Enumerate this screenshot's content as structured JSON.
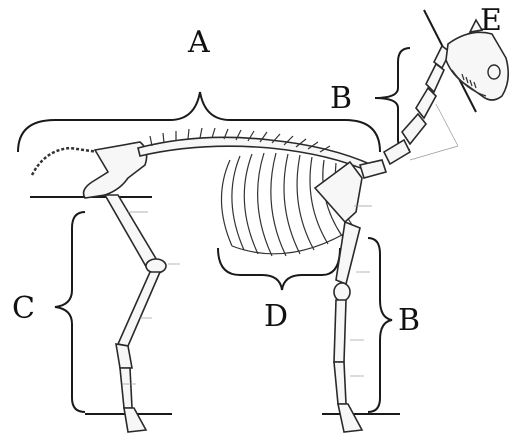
{
  "labels": {
    "A": "A",
    "B_neck": "B",
    "B_leg": "B",
    "C": "C",
    "D": "D",
    "E": "E"
  }
}
